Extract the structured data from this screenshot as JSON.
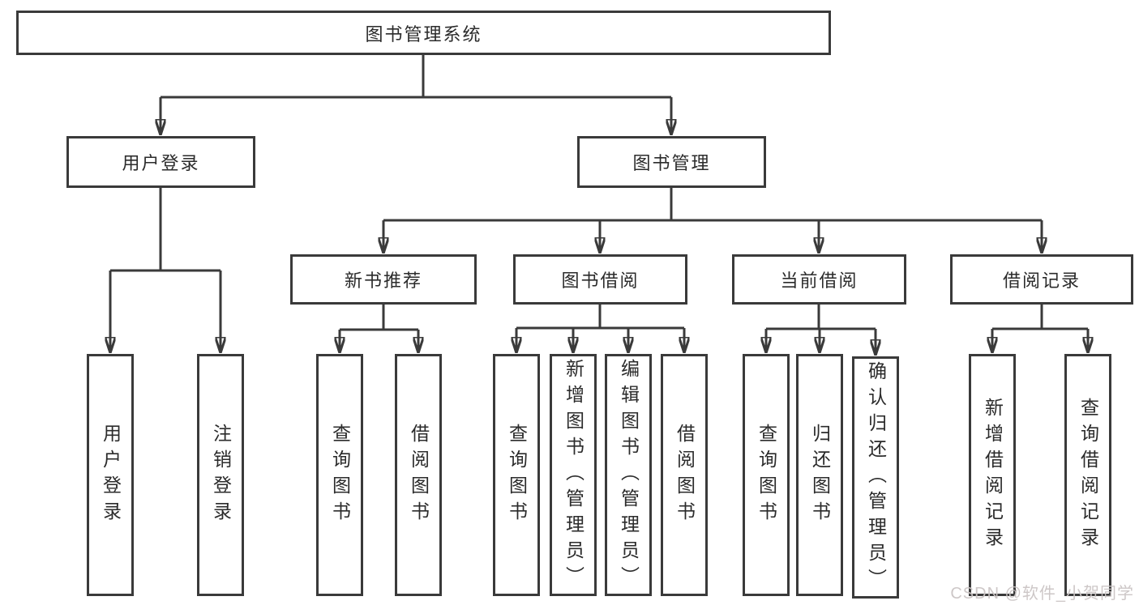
{
  "colors": {
    "line": "#3a3a3a",
    "text": "#2b2b2b",
    "watermark": "#cbc5c5"
  },
  "tree": {
    "root": "图书管理系统",
    "branches": [
      {
        "label": "用户登录",
        "children": [
          "用户登录",
          "注销登录"
        ]
      },
      {
        "label": "图书管理",
        "groups": [
          {
            "label": "新书推荐",
            "children": [
              "查询图书",
              "借阅图书"
            ]
          },
          {
            "label": "图书借阅",
            "children": [
              "查询图书",
              "新增图书（管理员）",
              "编辑图书（管理员）",
              "借阅图书"
            ]
          },
          {
            "label": "当前借阅",
            "children": [
              "查询图书",
              "归还图书",
              "确认归还（管理员）"
            ]
          },
          {
            "label": "借阅记录",
            "children": [
              "新增借阅记录",
              "查询借阅记录"
            ]
          }
        ]
      }
    ]
  },
  "watermark": {
    "text": "CSDN @软件_小贺同学"
  }
}
